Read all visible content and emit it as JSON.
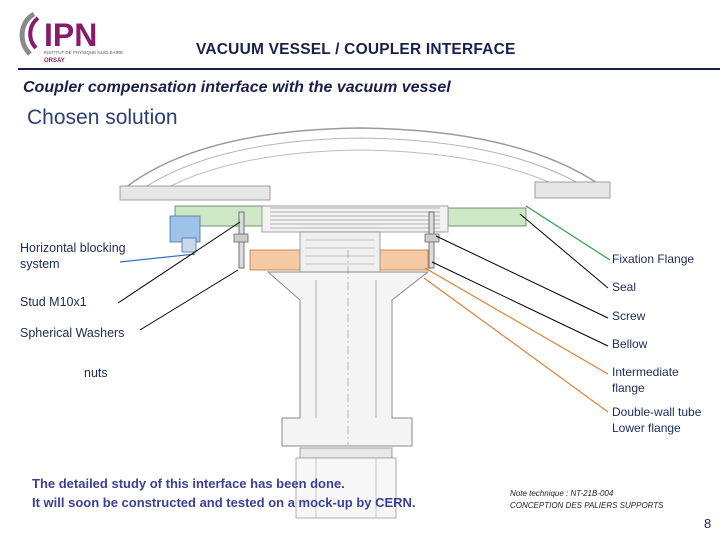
{
  "header": {
    "logo_text": "IPN",
    "logo_subtext": "INSTITUT DE PHYSIQUE NUCLÉAIRE",
    "logo_place": "ORSAY",
    "title": "VACUUM VESSEL / COUPLER INTERFACE",
    "subtitle": "Coupler compensation interface with the vacuum vessel"
  },
  "section_title": "Chosen solution",
  "labels_left": {
    "horizontal_blocking_line1": "Horizontal blocking",
    "horizontal_blocking_line2": "system",
    "stud": "Stud M10x1",
    "spherical_washers": "Spherical Washers",
    "nuts": "nuts"
  },
  "labels_right": {
    "fixation_flange": "Fixation Flange",
    "seal": "Seal",
    "screw": "Screw",
    "bellow": "Bellow",
    "intermediate_line1": "Intermediate",
    "intermediate_line2": "flange",
    "double_wall_line1": "Double-wall tube",
    "double_wall_line2": "Lower flange"
  },
  "colors": {
    "fixation_flange_leader": "#2e9e4a",
    "black_leader": "#000000",
    "orange_leader": "#d9823b",
    "blue_leader": "#3a6fc0",
    "title_color": "#1a1f4e",
    "conclusion_color": "#3b3f96"
  },
  "conclusion": {
    "line1": "The detailed study of this interface has been done.",
    "line2": "It will soon be constructed and tested on a mock-up by CERN."
  },
  "note": {
    "line1": "Note technique : NT-21B-004",
    "line2": "CONCEPTION DES PALIERS SUPPORTS"
  },
  "page_number": "8"
}
